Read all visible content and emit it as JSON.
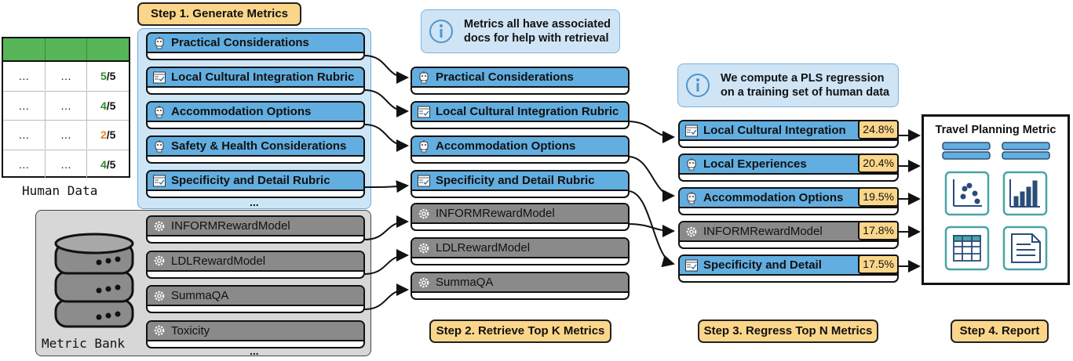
{
  "steps": {
    "s1": "Step 1. Generate Metrics",
    "s2": "Step 2. Retrieve Top K Metrics",
    "s3": "Step 3. Regress Top N Metrics",
    "s4": "Step 4. Report"
  },
  "human_data": {
    "label": "Human Data",
    "rows": [
      {
        "a": "…",
        "b": "…",
        "score": "5",
        "den": "/5",
        "color": "#2e8b2e"
      },
      {
        "a": "…",
        "b": "…",
        "score": "4",
        "den": "/5",
        "color": "#2e8b2e"
      },
      {
        "a": "…",
        "b": "…",
        "score": "2",
        "den": "/5",
        "color": "#e08a1e"
      },
      {
        "a": "…",
        "b": "…",
        "score": "4",
        "den": "/5",
        "color": "#2e8b2e"
      }
    ]
  },
  "metric_bank": {
    "label": "Metric Bank"
  },
  "generated_metrics": [
    "Practical Considerations",
    "Local Cultural Integration Rubric",
    "Accommodation Options",
    "Safety & Health Considerations",
    "Specificity and Detail Rubric"
  ],
  "bank_metrics": [
    "INFORMRewardModel",
    "LDLRewardModel",
    "SummaQA",
    "Toxicity"
  ],
  "ellipsis": "...",
  "info1": {
    "line1": "Metrics all have associated",
    "line2": "docs for help with retrieval"
  },
  "info2": {
    "line1": "We compute a PLS regression",
    "line2": "on a training set of human data"
  },
  "retrieved_blue": [
    "Practical Considerations",
    "Local Cultural Integration Rubric",
    "Accommodation Options",
    "Specificity and Detail Rubric"
  ],
  "retrieved_gray": [
    "INFORMRewardModel",
    "LDLRewardModel",
    "SummaQA"
  ],
  "regressed": [
    {
      "name": "Local Cultural Integration",
      "pct": "24.8%",
      "kind": "blue",
      "icon": "rubric-icon"
    },
    {
      "name": "Local Experiences",
      "pct": "20.4%",
      "kind": "blue",
      "icon": "robot-icon"
    },
    {
      "name": "Accommodation Options",
      "pct": "19.5%",
      "kind": "blue",
      "icon": "robot-icon"
    },
    {
      "name": "INFORMRewardModel",
      "pct": "17.8%",
      "kind": "gray",
      "icon": "gear-icon"
    },
    {
      "name": "Specificity and Detail",
      "pct": "17.5%",
      "kind": "blue",
      "icon": "rubric-icon"
    }
  ],
  "report": {
    "title": "Travel Planning Metric"
  },
  "colors": {
    "blue": "#62aee0",
    "gray": "#8a8a8a",
    "step": "#fbd68a",
    "info": "#cfe4f5",
    "green": "#56b557",
    "teal": "#4aa3a8"
  }
}
